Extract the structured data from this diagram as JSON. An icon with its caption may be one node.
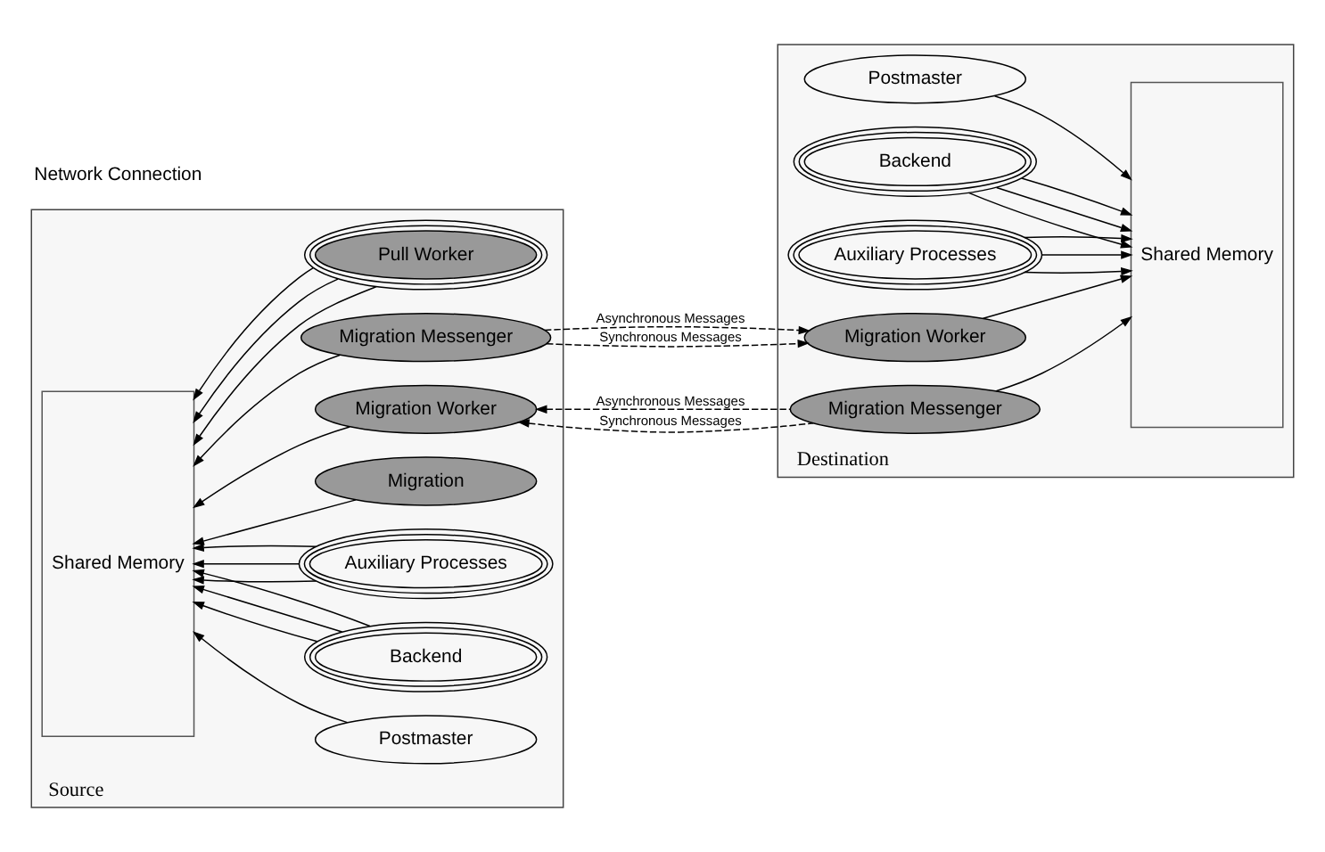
{
  "diagram": {
    "nodes": [
      {
        "text": [
          "Source"
        ]
      },
      {
        "text": [
          "Postmaster"
        ],
        "in": 0
      },
      {
        "text": [
          "Shared Memory"
        ],
        "in": 0
      },
      {
        "text": [
          "Backend"
        ],
        "in": 0
      },
      {
        "text": [
          "Auxiliary Processes"
        ],
        "in": 0
      },
      {
        "text": [
          "Migration"
        ],
        "in": 0
      },
      {
        "text": [
          "Migration Messenger"
        ],
        "in": 0
      },
      {
        "text": [
          "Migration Worker"
        ],
        "in": 0
      },
      {
        "text": [
          "Pull Worker"
        ],
        "in": 0
      },
      {
        "text": [
          "Destination"
        ]
      },
      {
        "text": [
          "Postmaster"
        ],
        "in": 9
      },
      {
        "text": [
          "Backend"
        ],
        "in": 9
      },
      {
        "text": [
          "Auxiliary Processes"
        ],
        "in": 9
      },
      {
        "text": [
          "Migration Worker"
        ],
        "in": 9
      },
      {
        "text": [
          "Migration Messenger"
        ],
        "in": 9
      },
      {
        "text": [
          "Shared Memory"
        ],
        "in": 9
      }
    ],
    "edges": [
      {
        "from": 1,
        "to": 2,
        "arrow": "to"
      },
      {
        "from": 3,
        "to": 2,
        "arrow": "to"
      },
      {
        "from": 3,
        "to": 2,
        "arrow": "to"
      },
      {
        "from": 3,
        "to": 2,
        "arrow": "to"
      },
      {
        "from": 4,
        "to": 2,
        "arrow": "to"
      },
      {
        "from": 4,
        "to": 2,
        "arrow": "to"
      },
      {
        "from": 4,
        "to": 2,
        "arrow": "to"
      },
      {
        "from": 5,
        "to": 2,
        "arrow": "to"
      },
      {
        "from": 6,
        "to": 2,
        "arrow": "to"
      },
      {
        "from": 7,
        "to": 2,
        "arrow": "to"
      },
      {
        "from": 8,
        "to": 2,
        "arrow": "to"
      },
      {
        "from": 8,
        "to": 2,
        "arrow": "to"
      },
      {
        "from": 8,
        "to": 2,
        "arrow": "to"
      },
      {
        "from": 6,
        "to": 13,
        "arrow": "to",
        "style": "dashed",
        "label": "Asynchronous Messages"
      },
      {
        "from": 6,
        "to": 13,
        "arrow": "to",
        "style": "dashed",
        "label": "Synchronous Messages"
      },
      {
        "from": 14,
        "to": 7,
        "arrow": "to",
        "style": "dashed",
        "label": "Asynchronous Messages"
      },
      {
        "from": 14,
        "to": 7,
        "arrow": "to",
        "style": "dashed",
        "label": "Synchronous Messages"
      },
      {
        "from": 10,
        "to": 15,
        "arrow": "to"
      },
      {
        "from": 11,
        "to": 15,
        "arrow": "to"
      },
      {
        "from": 11,
        "to": 15,
        "arrow": "to"
      },
      {
        "from": 11,
        "to": 15,
        "arrow": "to"
      },
      {
        "from": 12,
        "to": 15,
        "arrow": "to"
      },
      {
        "from": 12,
        "to": 15,
        "arrow": "to"
      },
      {
        "from": 12,
        "to": 15,
        "arrow": "to"
      },
      {
        "from": 13,
        "to": 15,
        "arrow": "to"
      },
      {
        "from": 14,
        "to": 15,
        "arrow": "to"
      }
    ],
    "labels": [
      "Network Connection"
    ]
  }
}
